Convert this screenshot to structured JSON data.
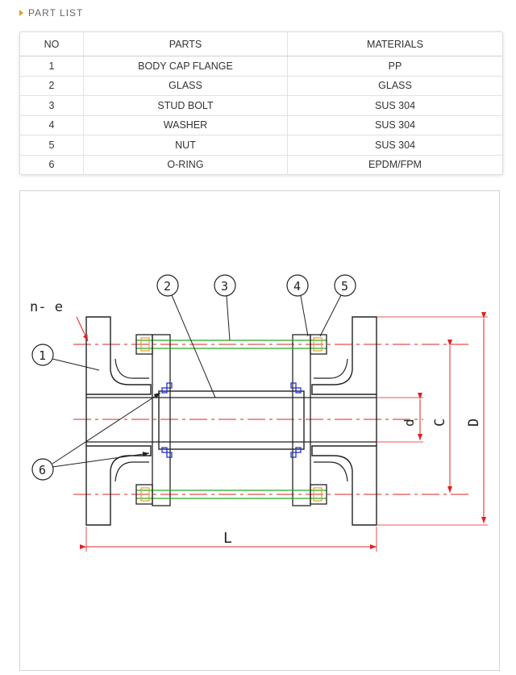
{
  "section_title": "PART LIST",
  "table": {
    "headers": [
      "NO",
      "PARTS",
      "MATERIALS"
    ],
    "rows": [
      [
        "1",
        "BODY CAP FLANGE",
        "PP"
      ],
      [
        "2",
        "GLASS",
        "GLASS"
      ],
      [
        "3",
        "STUD BOLT",
        "SUS 304"
      ],
      [
        "4",
        "WASHER",
        "SUS 304"
      ],
      [
        "5",
        "NUT",
        "SUS 304"
      ],
      [
        "6",
        "O-RING",
        "EPDM/FPM"
      ]
    ]
  },
  "drawing": {
    "balloons": [
      "1",
      "2",
      "3",
      "4",
      "5",
      "6"
    ],
    "hole_label": "n- e",
    "dims": {
      "L": "L",
      "D": "D",
      "C": "C",
      "d": "d"
    },
    "colors": {
      "outline": "#222222",
      "center": "#e02020",
      "bolt": "#22aa22",
      "oring": "#2233cc"
    }
  }
}
